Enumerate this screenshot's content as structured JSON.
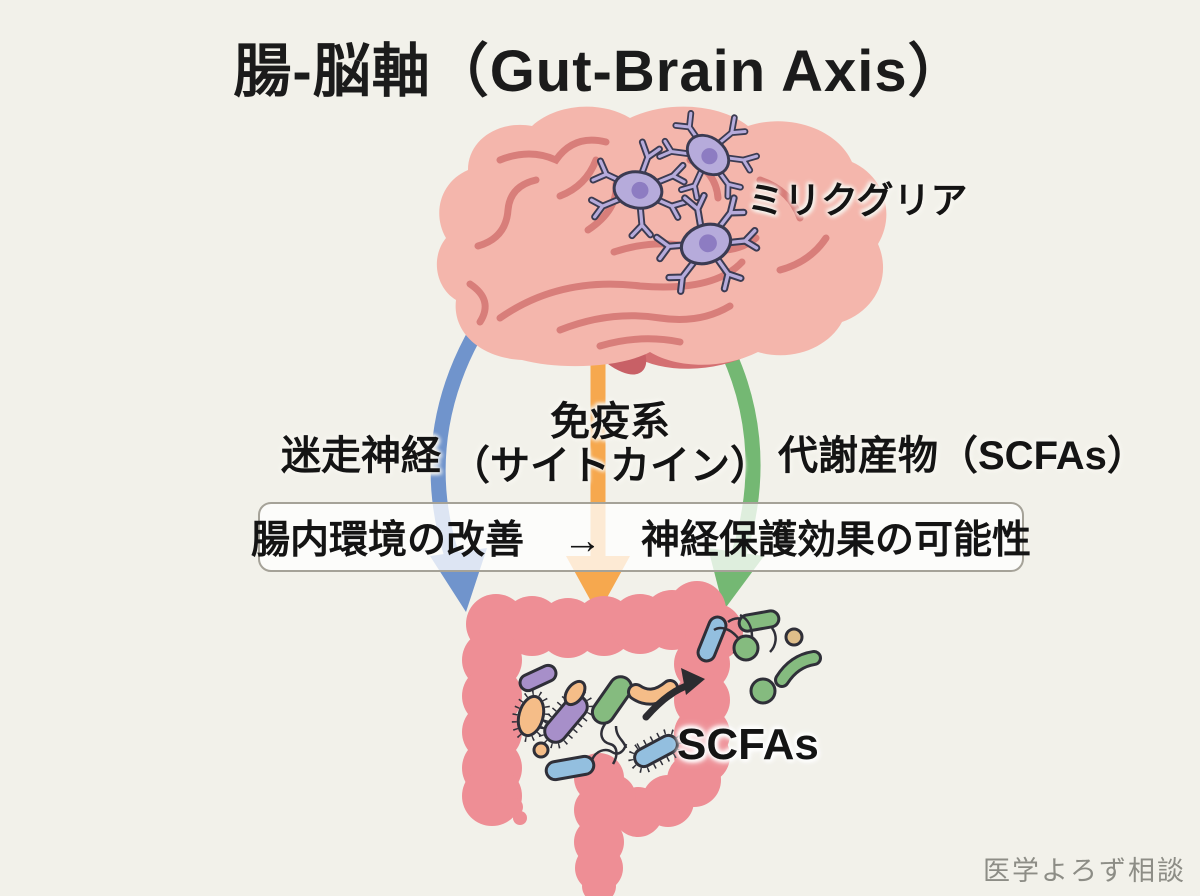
{
  "title": "腸-脳軸（Gut-Brain Axis）",
  "brain": {
    "label_microglia": "ミリクグリア"
  },
  "pathways": {
    "vagus": {
      "label": "迷走神経",
      "color": "#7094cc"
    },
    "immune": {
      "label_line1": "免疫系",
      "label_line2": "（サイトカイン）",
      "color": "#f6a84e"
    },
    "metabolites": {
      "label": "代謝産物（SCFAs）",
      "color": "#74b873"
    }
  },
  "summary_box": {
    "text": "腸内環境の改善　→　神経保護効果の可能性"
  },
  "gut": {
    "scfas_label": "SCFAs"
  },
  "watermark": "医学よろず相談",
  "colors": {
    "background": "#f2f1ea",
    "brain_fill": "#f4b6ac",
    "brain_gyri": "#d87e7a",
    "brainstem": "#d47072",
    "microglia_body": "#b6abdb",
    "microglia_nucleus": "#8d7cc2",
    "arrow_blue": "#7094cc",
    "arrow_orange": "#f6a84e",
    "arrow_green": "#74b873",
    "colon": "#ee8e95",
    "bacteria_purple": "#a78fc9",
    "bacteria_orange": "#f5bd88",
    "bacteria_green": "#85bb7f",
    "bacteria_blue": "#93bfdf",
    "bacteria_tan": "#dfbe8a",
    "scfa_arrow": "#2c2c30",
    "text": "#141414",
    "watermark_text": "#8d8d86"
  }
}
